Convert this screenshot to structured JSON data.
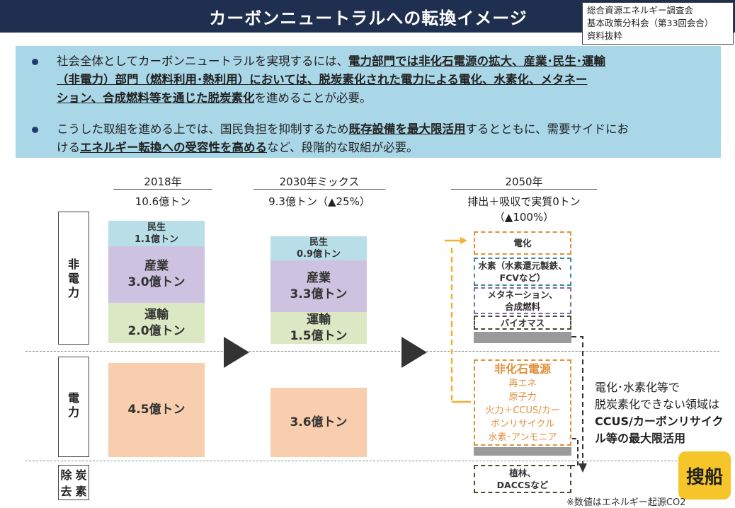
{
  "header": {
    "title": "カーボンニュートラルへの転換イメージ"
  },
  "source": {
    "line1": "総合資源エネルギー調査会",
    "line2": "基本政策分科会（第33回会合）",
    "line3": "資料抜粋"
  },
  "summary": {
    "b1": {
      "t1": "社会全体としてカーボンニュートラルを実現するには、",
      "t2": "電力部門では非化石電源の拡大、産業･民生･運輸",
      "t3": "（非電力）部門（燃料利用･熱利用）においては、脱炭素化された電力による電化、水素化、メタネー",
      "t4": "ション、合成燃料等を通じた脱炭素化",
      "t5": "を進めることが必要。"
    },
    "b2": {
      "t1": "こうした取組を進める上では、国民負担を抑制するため",
      "t2": "既存設備を最大限活用",
      "t3": "するとともに、需要サイドにお",
      "t4": "ける",
      "t5": "エネルギー転換への受容性を高める",
      "t6": "など、段階的な取組が必要。"
    }
  },
  "columns": {
    "c2018": {
      "year": "2018年",
      "total": "10.6億トン"
    },
    "c2030": {
      "year": "2030年ミックス",
      "total": "9.3億トン（▲25%）"
    },
    "c2050": {
      "year": "2050年",
      "total1": "排出＋吸収で実質0トン",
      "total2": "（▲100%）"
    }
  },
  "rows": {
    "non_power": [
      "非",
      "電",
      "力"
    ],
    "power": [
      "電",
      "力"
    ],
    "removal": [
      "除",
      "炭",
      "去",
      "素"
    ]
  },
  "bars2018": {
    "minsei": {
      "name": "民生",
      "value": "1.1億トン"
    },
    "sangyo": {
      "name": "産業",
      "value": "3.0億トン"
    },
    "unyu": {
      "name": "運輸",
      "value": "2.0億トン"
    },
    "power": {
      "value": "4.5億トン"
    }
  },
  "bars2030": {
    "minsei": {
      "name": "民生",
      "value": "0.9億トン"
    },
    "sangyo": {
      "name": "産業",
      "value": "3.3億トン"
    },
    "unyu": {
      "name": "運輸",
      "value": "1.5億トン"
    },
    "power": {
      "value": "3.6億トン"
    }
  },
  "boxes2050": {
    "denka": "電化",
    "suiso1": "水素（水素還元製鉄、",
    "suiso2": "FCVなど）",
    "methan1": "メタネーション、",
    "methan2": "合成燃料",
    "bio": "バイオマス",
    "nonfossil": {
      "title": "非化石電源",
      "l1": "再エネ",
      "l2": "原子力",
      "l3": "火力＋CCUS/カー",
      "l4": "ボンリサイクル",
      "l5": "水素･アンモニア"
    },
    "removal1": "植林、",
    "removal2": "DACCSなど"
  },
  "note": {
    "l1": "電化･水素化等で",
    "l2": "脱炭素化できない領域は",
    "l3": "CCUS/カーボンリサイク",
    "l4": "ル等の最大限活用"
  },
  "badge": "搜船",
  "footnote": "※数値はエネルギー起源CO2",
  "colors": {
    "header": "#1f2f4f",
    "summary_bg": "#a9d7e8",
    "minsei": "#b8dfe8",
    "sangyo": "#cdc3e0",
    "unyu": "#dbe8c3",
    "power": "#f8ceae",
    "orange": "#e0913c",
    "teal": "#3d8a95",
    "purple": "#8264a8",
    "olive": "#4a4a30"
  }
}
